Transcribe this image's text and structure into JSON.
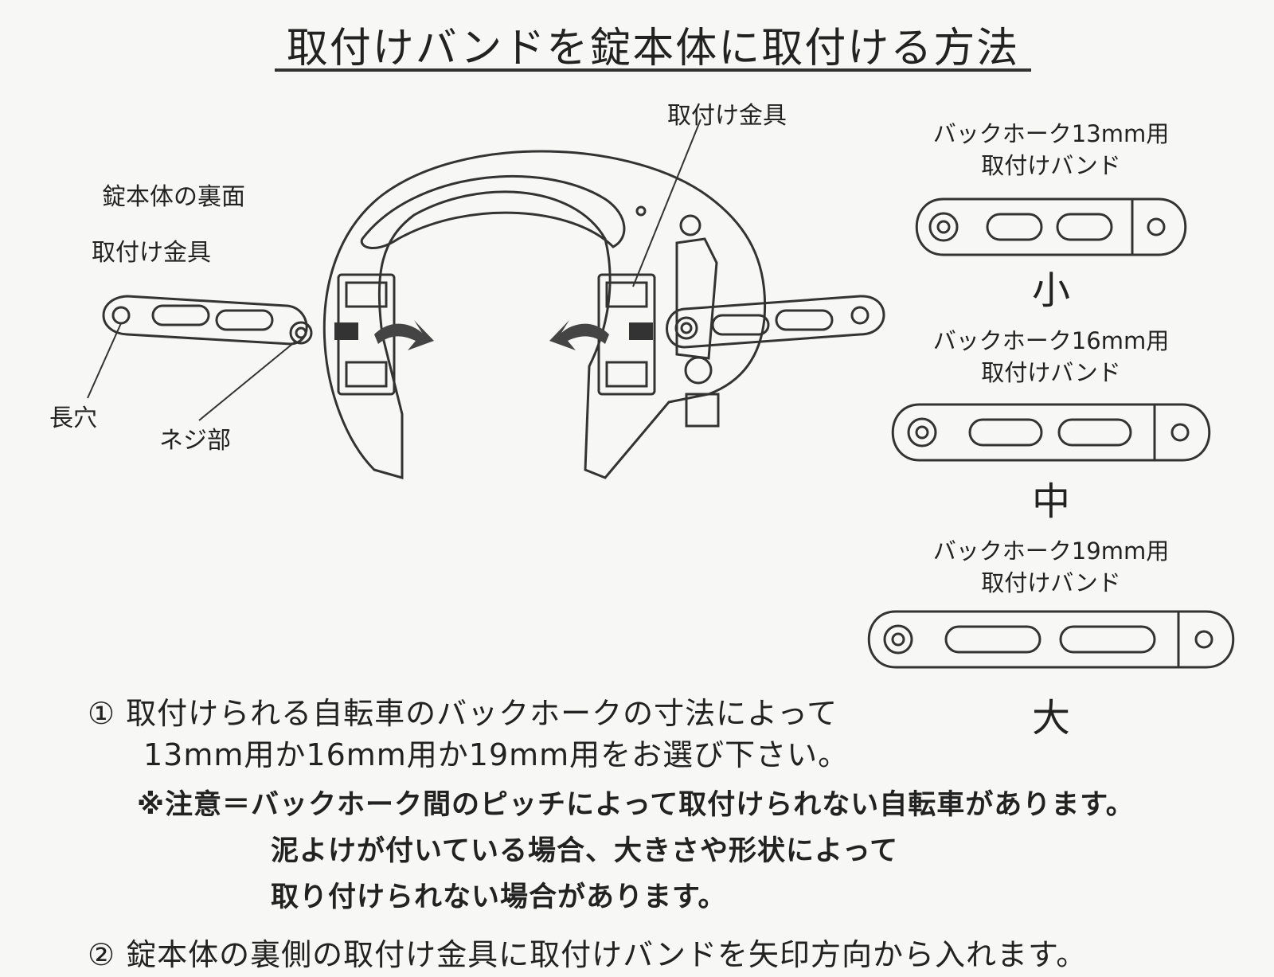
{
  "title": "取付けバンドを錠本体に取付ける方法",
  "diagram": {
    "label_back": "錠本体の裏面",
    "label_bracket_left": "取付け金具",
    "label_bracket_right": "取付け金具",
    "label_slot": "長穴",
    "label_screw": "ネジ部"
  },
  "bands": [
    {
      "caption_line1": "バックホーク13mm用",
      "caption_line2": "取付けバンド",
      "size": "小"
    },
    {
      "caption_line1": "バックホーク16mm用",
      "caption_line2": "取付けバンド",
      "size": "中"
    },
    {
      "caption_line1": "バックホーク19mm用",
      "caption_line2": "取付けバンド",
      "size": "大"
    }
  ],
  "steps": {
    "step1_line1": "① 取付けられる自転車のバックホークの寸法によって",
    "step1_line2": "13mm用か16mm用か19mm用をお選び下さい。",
    "note_line1": "※注意＝バックホーク間のピッチによって取付けられない自転車があります。",
    "note_line2": "泥よけが付いている場合、大きさや形状によって",
    "note_line3": "取り付けられない場合があります。",
    "step2": "② 錠本体の裏側の取付け金具に取付けバンドを矢印方向から入れます。"
  }
}
